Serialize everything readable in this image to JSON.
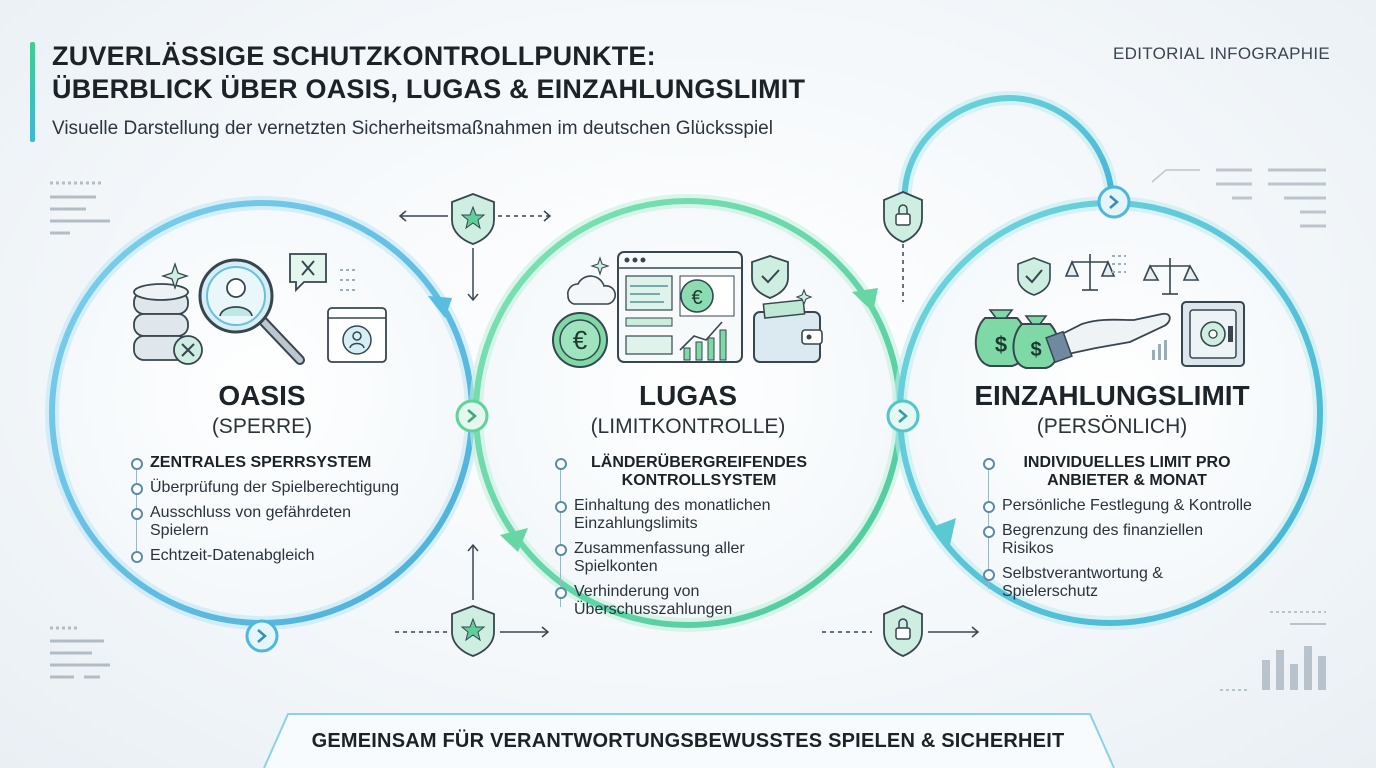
{
  "header": {
    "title_line1": "ZUVERLÄSSIGE SCHUTZKONTROLLPUNKTE:",
    "title_line2": "ÜBERBLICK ÜBER OASIS, LUGAS & EINZAHLUNGSLIMIT",
    "subtitle": "Visuelle Darstellung der vernetzten Sicherheitsmaßnahmen im deutschen Glücksspiel",
    "tag": "EDITORIAL INFOGRAPHIE"
  },
  "panels": [
    {
      "title": "OASIS",
      "subtitle": "(SPERRE)",
      "lead": "ZENTRALES SPERRSYSTEM",
      "items": [
        "Überprüfung der Spielberechtigung",
        "Ausschluss von gefährdeten Spielern",
        "Echtzeit-Datenabgleich"
      ]
    },
    {
      "title": "LUGAS",
      "subtitle": "(LIMITKONTROLLE)",
      "lead": "LÄNDERÜBERGREIFENDES KONTROLLSYSTEM",
      "items": [
        "Einhaltung des monatlichen Einzahlungslimits",
        "Zusammenfassung aller Spielkonten",
        "Verhinderung von Überschusszahlungen"
      ]
    },
    {
      "title": "EINZAHLUNGSLIMIT",
      "subtitle": "(PERSÖNLICH)",
      "lead": "INDIVIDUELLES LIMIT PRO ANBIETER & MONAT",
      "items": [
        "Persönliche Festlegung & Kontrolle",
        "Begrenzung des finanziellen Risikos",
        "Selbstverantwortung & Spielerschutz"
      ]
    }
  ],
  "footer": {
    "text": "GEMEINSAM FÜR VERANTWORTUNGSBEWUSSTES SPIELEN & SICHERHEIT"
  },
  "colors": {
    "blue": "#4fb6dc",
    "green": "#5fd39a",
    "teal": "#52c6c8",
    "icon_fill": "#cdeee0",
    "icon_stroke": "#37464f"
  },
  "icons": [
    "database-icon",
    "magnifier-user-icon",
    "close-icon",
    "profile-card-icon",
    "euro-coin-icon",
    "browser-dashboard-icon",
    "wallet-icon",
    "shield-check-icon",
    "shield-star-icon",
    "lock-shield-icon",
    "money-bag-icon",
    "scales-icon",
    "hand-icon",
    "safe-icon",
    "chevron-right-icon"
  ]
}
